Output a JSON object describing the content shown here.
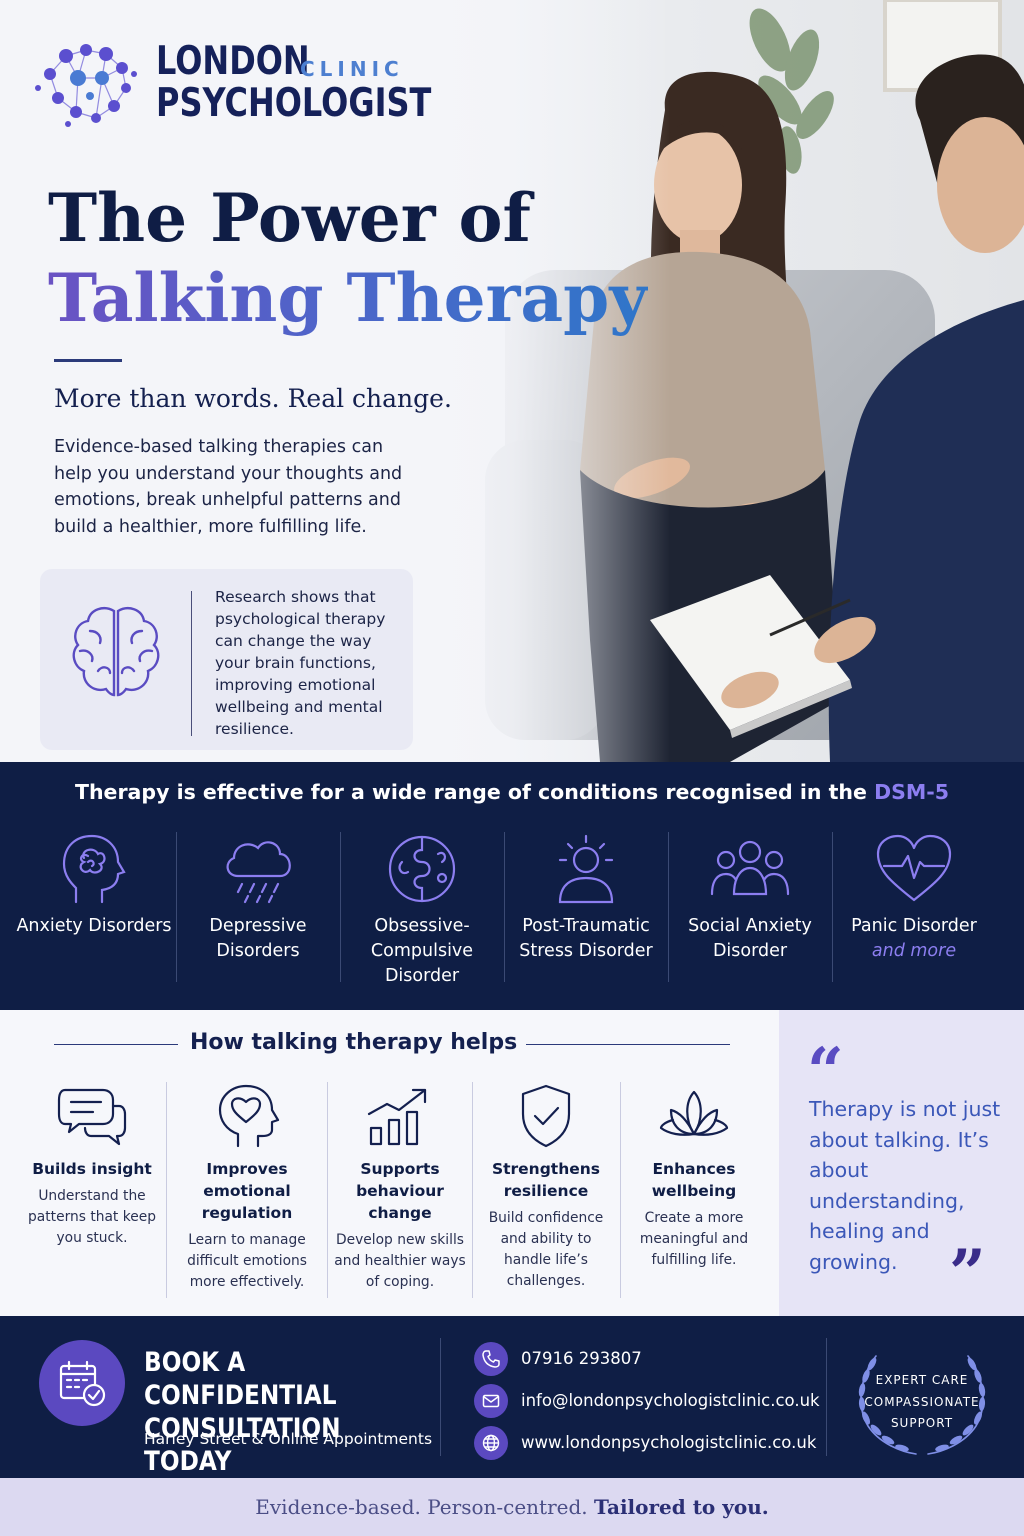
{
  "brand": {
    "line1": "LONDON",
    "clinic": "CLINIC",
    "line2": "PSYCHOLOGIST"
  },
  "hero": {
    "headline_1": "The Power of",
    "headline_2": "Talking Therapy",
    "tagline": "More than words. Real change.",
    "intro": "Evidence-based talking therapies can help you understand your thoughts and emotions, break unhelpful patterns and build a healthier, more fulfilling life.",
    "research": "Research shows that psychological therapy can change the way your brain functions, improving emotional wellbeing and mental resilience."
  },
  "conditions": {
    "heading": "Therapy is effective for a wide range of conditions recognised in the",
    "heading_highlight": "DSM-5",
    "items": [
      {
        "label": "Anxiety Disorders",
        "icon": "anxiety-head-icon"
      },
      {
        "label": "Depressive Disorders",
        "icon": "rain-cloud-icon"
      },
      {
        "label": "Obsessive-Compulsive Disorder",
        "icon": "ocd-circle-icon"
      },
      {
        "label": "Post-Traumatic Stress Disorder",
        "icon": "ptsd-person-icon"
      },
      {
        "label": "Social Anxiety Disorder",
        "icon": "people-group-icon"
      },
      {
        "label": "Panic Disorder",
        "icon": "heartbeat-icon"
      }
    ],
    "more": "and more"
  },
  "helps": {
    "heading": "How talking therapy helps",
    "items": [
      {
        "title": "Builds insight",
        "desc": "Understand the patterns that keep you stuck.",
        "icon": "chat-bubbles-icon"
      },
      {
        "title": "Improves emotional regulation",
        "desc": "Learn to manage difficult emotions more effectively.",
        "icon": "head-heart-icon"
      },
      {
        "title": "Supports behaviour change",
        "desc": "Develop new skills and healthier ways of coping.",
        "icon": "growth-chart-icon"
      },
      {
        "title": "Strengthens resilience",
        "desc": "Build confidence and ability to handle life’s challenges.",
        "icon": "shield-check-icon"
      },
      {
        "title": "Enhances wellbeing",
        "desc": "Create a more meaningful and fulfilling life.",
        "icon": "lotus-icon"
      }
    ]
  },
  "quote": {
    "open": "“",
    "text": "Therapy is not just about talking. It’s about understanding, healing and growing.",
    "close": "”"
  },
  "cta": {
    "title": "BOOK A CONFIDENTIAL CONSULTATION TODAY",
    "subtitle": "Harley Street & Online Appointments",
    "phone": "07916 293807",
    "email": "info@londonpsychologistclinic.co.uk",
    "website": "www.londonpsychologistclinic.co.uk",
    "badge": "EXPERT CARE COMPASSIONATE SUPPORT"
  },
  "footer": {
    "lead": "Evidence-based. Person-centred.",
    "strong": "Tailored to you."
  },
  "colors": {
    "navy": "#0f1e45",
    "purple": "#5b49c0",
    "accent_lilac": "#8c7ef0",
    "blue": "#3b57b8"
  }
}
